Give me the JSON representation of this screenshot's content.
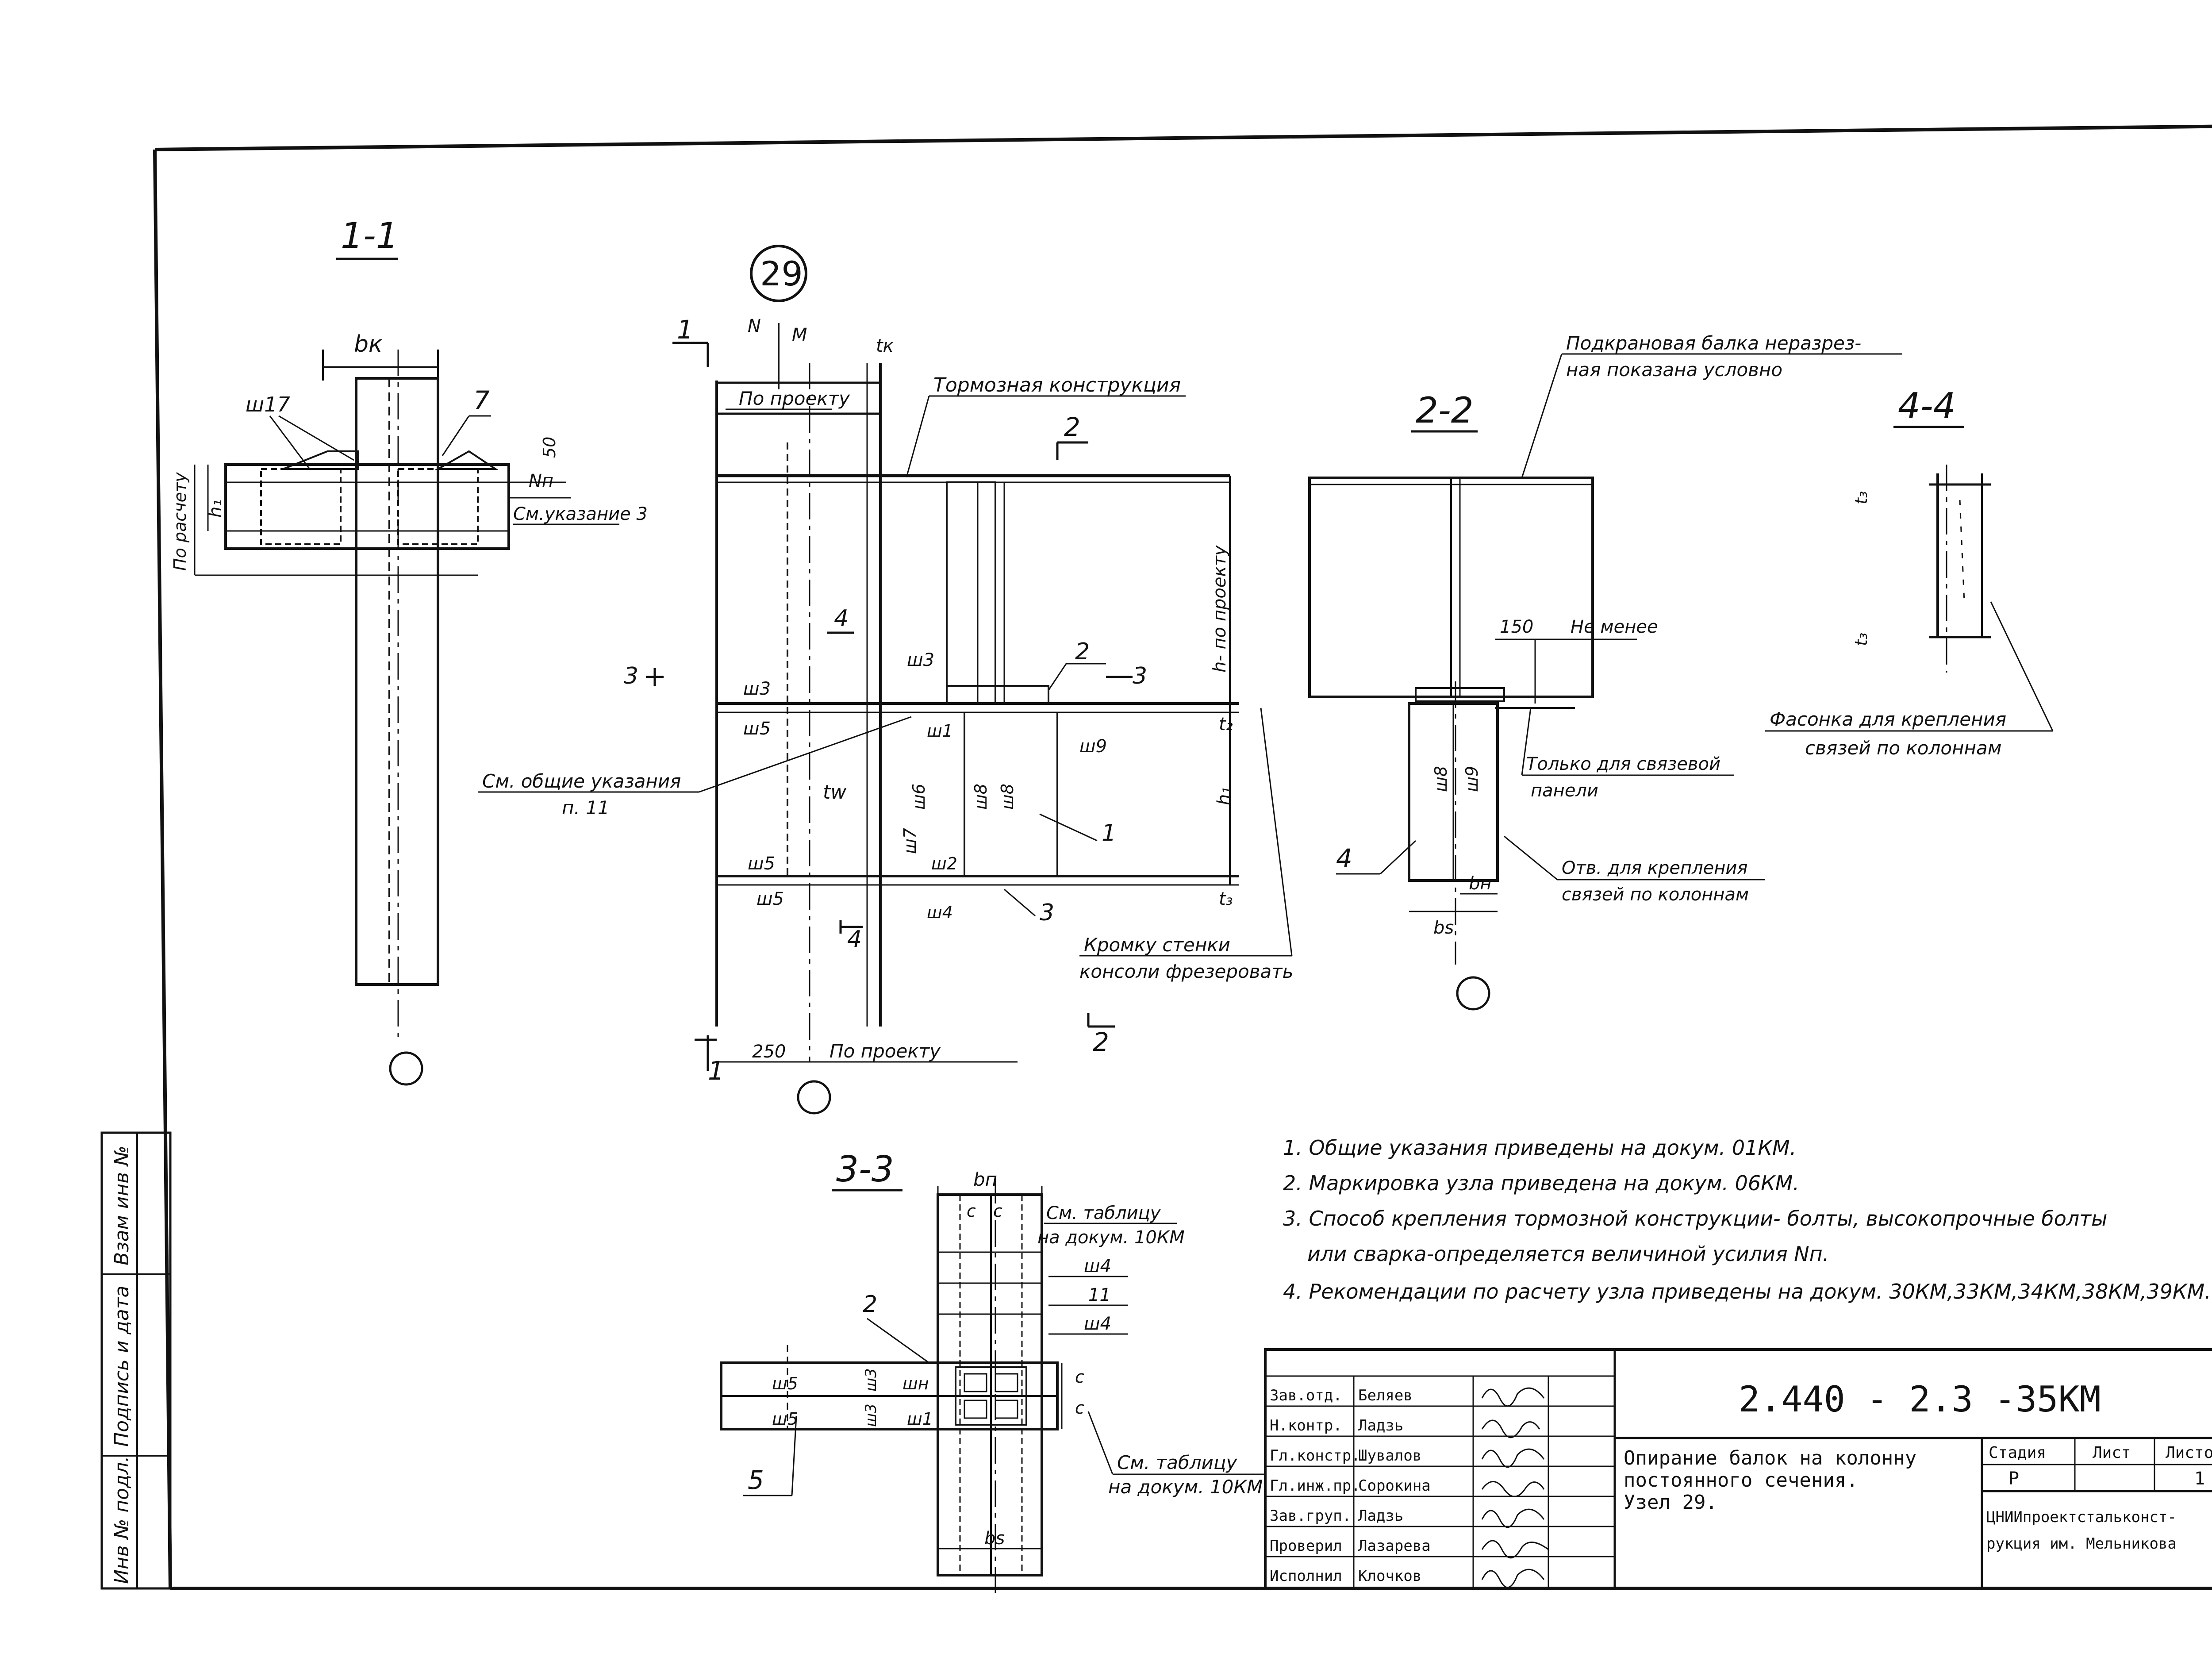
{
  "sheet": {
    "node_number": "29"
  },
  "sections": {
    "s11": "1-1",
    "s22": "2-2",
    "s33": "3-3",
    "s44": "4-4",
    "cut_1": "1",
    "cut_2": "2",
    "cut_3": "3",
    "cut_4": "4"
  },
  "labels": {
    "bk": "bк",
    "sh17": "ш17",
    "seven": "7",
    "fifty": "50",
    "h1": "h₁",
    "po_raschetu": "По расчету",
    "Nn": "Nп",
    "sm_ukazanie3": "См.указание 3",
    "N": "N",
    "M": "M",
    "tk": "tк",
    "po_proektu_top": "По проекту",
    "tormoznaya": "Тормозная конструкция",
    "h_po_proektu": "h- по проекту",
    "sh3_a": "ш3",
    "sh3_b": "ш3",
    "sh5_a": "ш5",
    "sh5_b": "ш5",
    "sh5_c": "ш5",
    "tw": "tw",
    "sh7": "ш7",
    "sh6": "ш6",
    "sh1": "ш1",
    "sh2": "ш2",
    "sh8_a": "ш8",
    "sh8_b": "ш8",
    "sh9": "ш9",
    "sh4": "ш4",
    "t2": "t₂",
    "t3": "t₃",
    "h1_b": "h₁",
    "one": "1",
    "two": "2",
    "three": "3",
    "sm_obschie_1": "См. общие указания",
    "sm_obschie_2": "п. 11",
    "kromka_1": "Кромку стенки",
    "kromka_2": "консоли фрезеровать",
    "dim250": "250",
    "po_proektu_bottom": "По проекту",
    "podkran_1": "Подкрановая балка неразрез-",
    "podkran_2": "ная показана условно",
    "150": "150",
    "ne_menee": "Не менее",
    "tolko_1": "Только для связевой",
    "tolko_2": "панели",
    "otv_1": "Отв. для крепления",
    "otv_2": "связей по колоннам",
    "four": "4",
    "bn": "bн",
    "bs": "bs",
    "sh8_c": "ш8",
    "sh9_b": "ш9",
    "t3_44": "t₃",
    "t4_44": "t₃",
    "fasonka_1": "Фасонка для крепления",
    "fasonka_2": "связей по колоннам",
    "bn33": "bп",
    "c1": "c",
    "c2": "c",
    "c3": "c",
    "c4": "c",
    "sm_tabl_top_1": "См. таблицу",
    "sm_tabl_top_2": "на докум. 10КМ",
    "sh4a": "ш4",
    "eleven": "11",
    "sh4b": "ш4",
    "two33": "2",
    "sh5_33a": "ш5",
    "sh3_33a": "ш3",
    "shN": "шн",
    "sh5_33b": "ш5",
    "sh3_33b": "ш3",
    "sh1_33": "ш1",
    "five": "5",
    "bs33": "bs",
    "sm_tabl_bot_1": "См. таблицу",
    "sm_tabl_bot_2": "на докум. 10КМ"
  },
  "notes": [
    "1. Общие указания приведены на докум. 01КМ.",
    "2. Маркировка узла приведена на докум. 06КМ.",
    "3. Способ крепления тормозной конструкции- болты, высокопрочные болты",
    "или сварка-определяется величиной усилия Nп.",
    "4. Рекомендации по расчету узла приведены на докум. 30КМ,33КМ,34КМ,38КМ,39КМ."
  ],
  "side_stamp": [
    "Инв № подл.",
    "Подпись и дата",
    "Взам инв №"
  ],
  "title_block": {
    "code": "2.440 - 2.3 -35КМ",
    "title_lines": [
      "Опирание балок на колонну",
      "постоянного сечения.",
      "Узел 29."
    ],
    "signers": [
      {
        "role": "Зав.отд.",
        "name": "Беляев"
      },
      {
        "role": "Н.контр.",
        "name": "Ладзь"
      },
      {
        "role": "Гл.констр.",
        "name": "Шувалов"
      },
      {
        "role": "Гл.инж.пр.",
        "name": "Сорокина"
      },
      {
        "role": "Зав.груп.",
        "name": "Ладзь"
      },
      {
        "role": "Проверил",
        "name": "Лазарева"
      },
      {
        "role": "Исполнил",
        "name": "Клочков"
      }
    ],
    "stage_header": "Стадия",
    "sheet_header": "Лист",
    "sheets_header": "Листов",
    "stage": "Р",
    "sheet": "",
    "sheets": "1",
    "org_lines": [
      "ЦНИИпроектстальконст-",
      "рукция им. Мельникова"
    ]
  }
}
